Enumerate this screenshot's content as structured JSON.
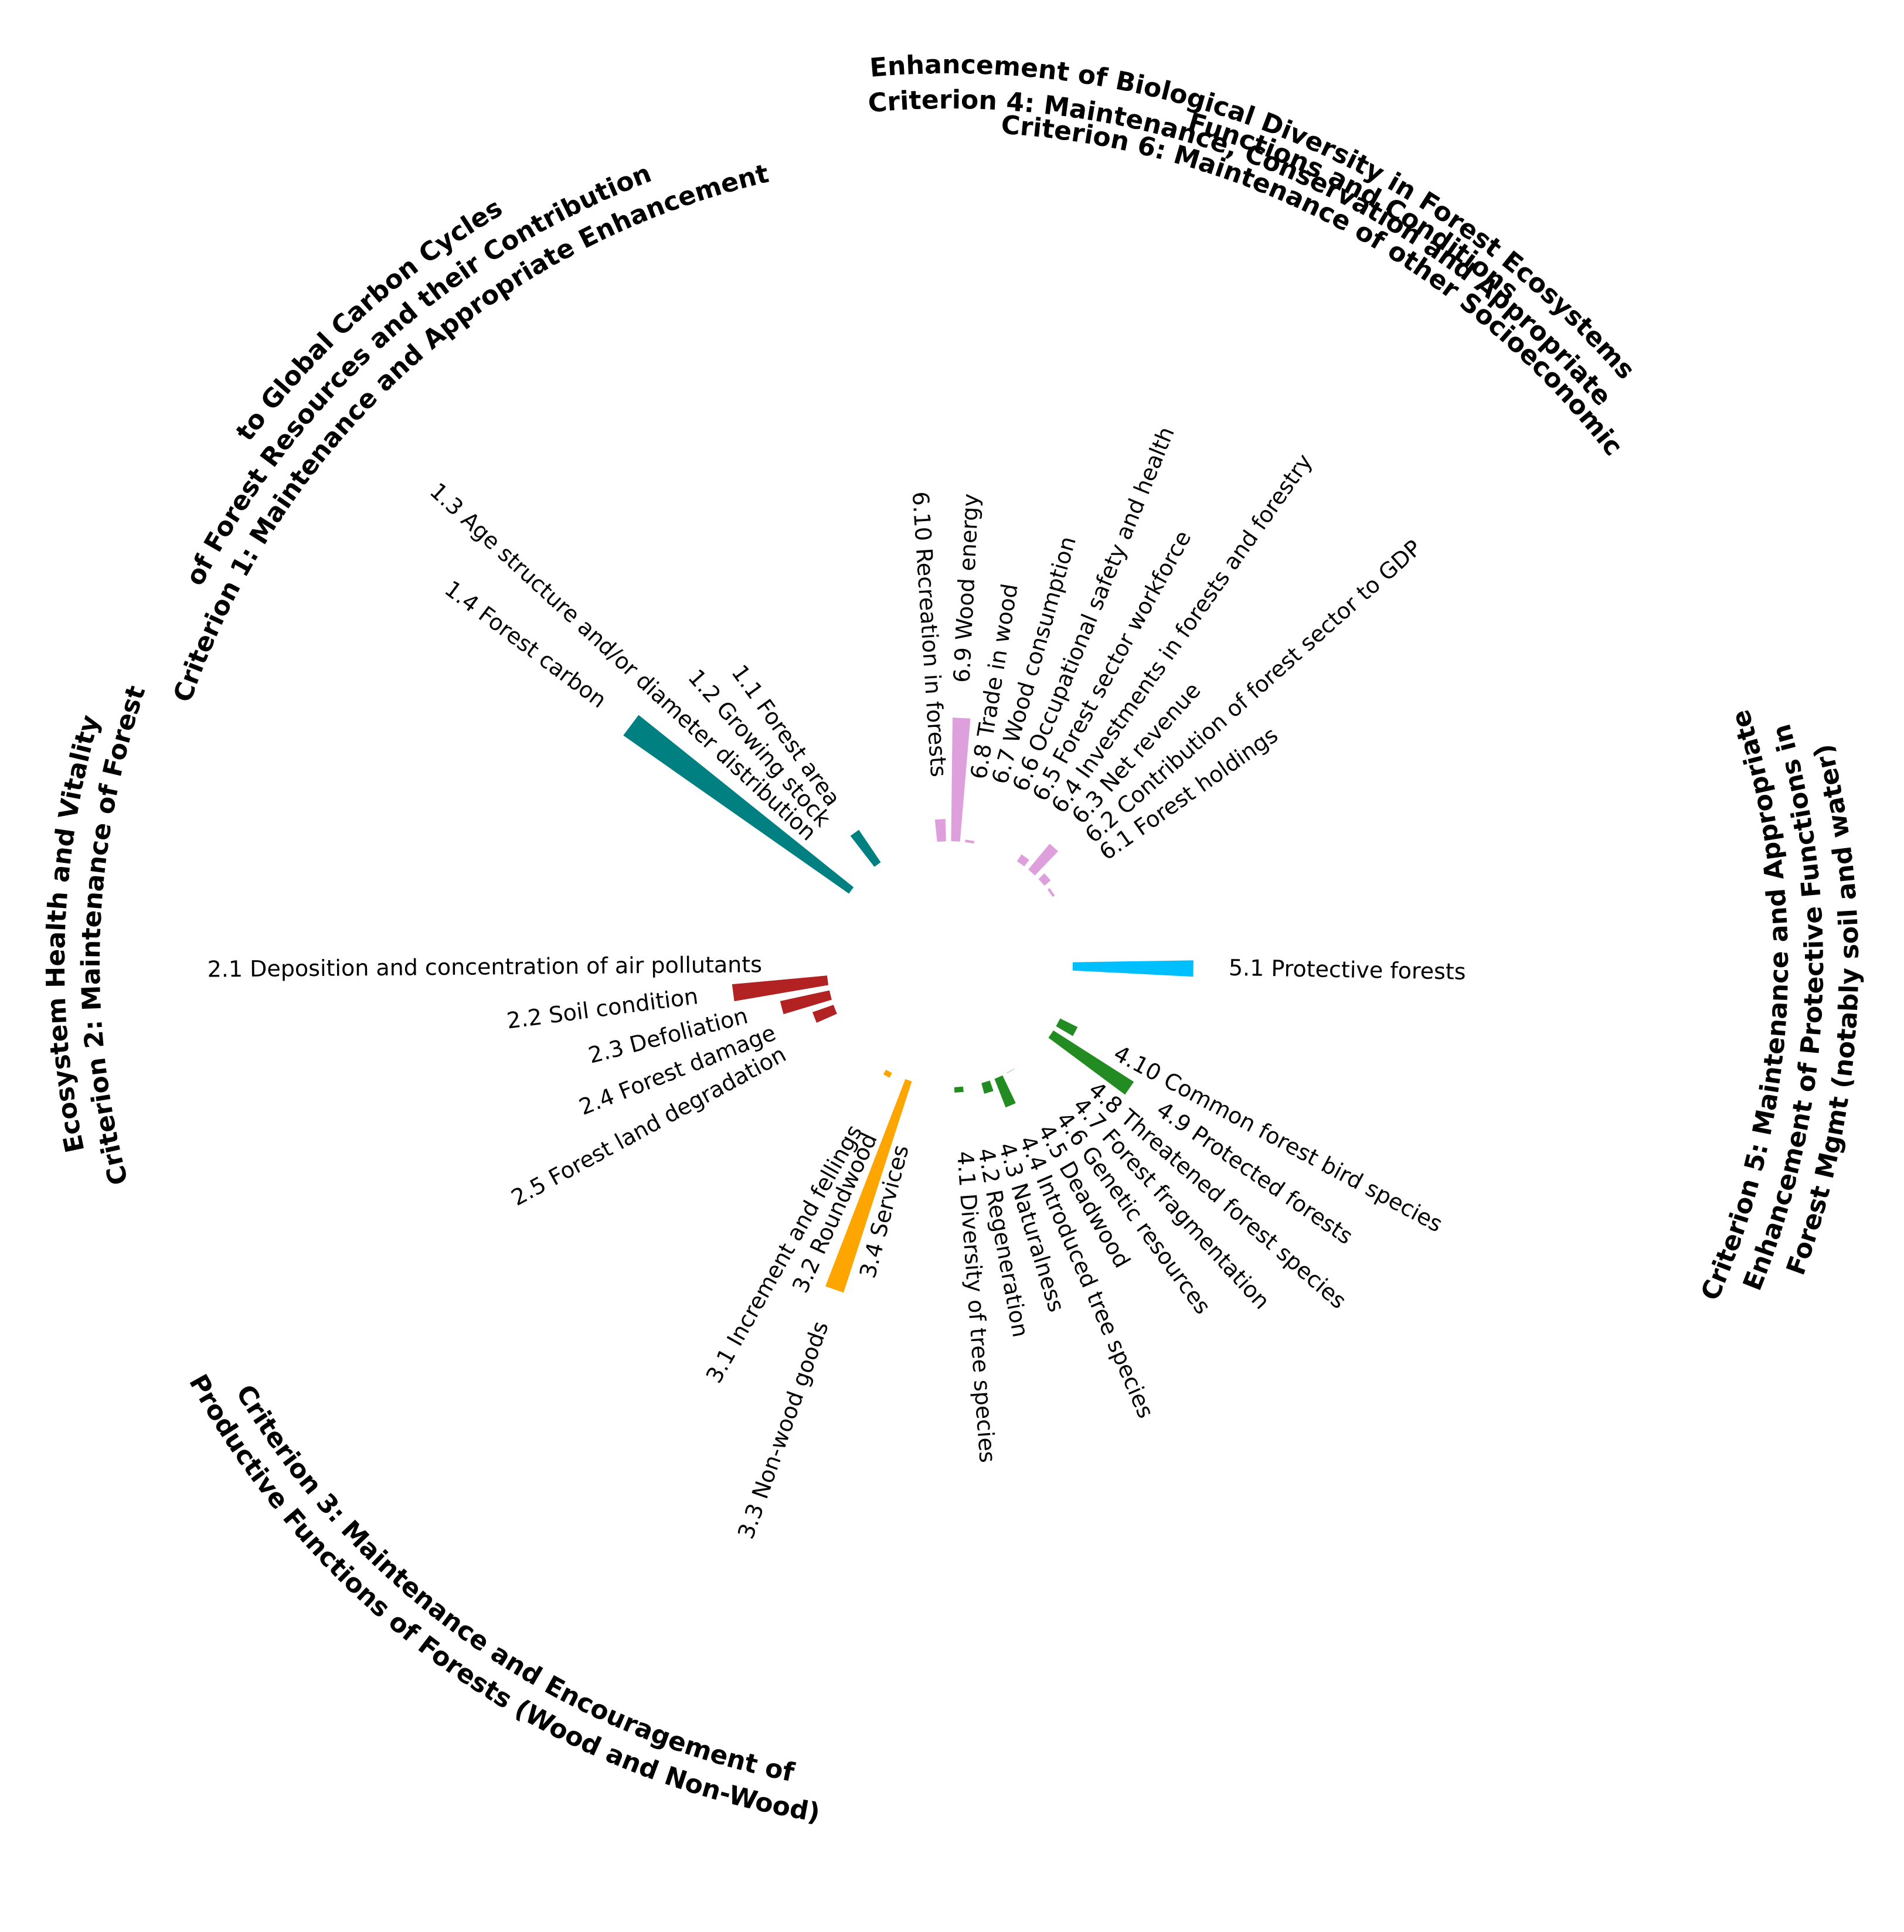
{
  "chart_data": {
    "type": "radial-bar",
    "criteria": [
      {
        "id": "c1",
        "color": "#008080",
        "lines": [
          "Criterion 1: Maintenance and Appropriate Enhancement",
          "of Forest Resources and their Contribution",
          "to Global Carbon Cycles"
        ],
        "indicators": [
          {
            "label": "1.1 Forest area",
            "value": 0.16
          },
          {
            "label": "1.2 Growing stock",
            "value": 0
          },
          {
            "label": "1.3 Age structure and/or diameter distribution",
            "value": 0
          },
          {
            "label": "1.4 Forest carbon",
            "value": 1.0
          }
        ]
      },
      {
        "id": "c2",
        "color": "#b22222",
        "lines": [
          "Criterion 2: Maintenance of Forest",
          "Ecosystem Health and Vitality"
        ],
        "indicators": [
          {
            "label": "2.1 Deposition and concentration of air pollutants",
            "value": 0
          },
          {
            "label": "2.2 Soil condition",
            "value": 0.36
          },
          {
            "label": "2.3 Defoliation",
            "value": 0.2
          },
          {
            "label": "2.4 Forest damage",
            "value": 0.1
          },
          {
            "label": "2.5 Forest land degradation",
            "value": 0
          }
        ]
      },
      {
        "id": "c3",
        "color": "#ffa500",
        "lines": [
          "Criterion 3: Maintenance and Encouragement of",
          "Productive Functions of Forests (Wood and Non-Wood)"
        ],
        "indicators": [
          {
            "label": "3.1 Increment and fellings",
            "value": 0.04
          },
          {
            "label": "3.2 Roundwood",
            "value": 0
          },
          {
            "label": "3.3 Non-wood goods",
            "value": 0.81
          },
          {
            "label": "3.4 Services",
            "value": 0
          }
        ]
      },
      {
        "id": "c4",
        "color": "#228b22",
        "lines": [
          "Criterion 4: Maintenance, Conservation and Appropriate",
          "Enhancement of Biological Diversity in Forest Ecosystems"
        ],
        "indicators": [
          {
            "label": "4.1 Diversity of tree species",
            "value": 0.04
          },
          {
            "label": "4.2 Regeneration",
            "value": 0
          },
          {
            "label": "4.3 Naturalness",
            "value": 0.06
          },
          {
            "label": "4.4 Introduced tree species",
            "value": 0.13
          },
          {
            "label": "4.5 Deadwood",
            "value": 0.02
          },
          {
            "label": "4.6 Genetic resources",
            "value": 0
          },
          {
            "label": "4.7 Forest fragmentation",
            "value": 0
          },
          {
            "label": "4.8 Threatened forest species",
            "value": 0
          },
          {
            "label": "4.9 Protected forests",
            "value": 0.36
          },
          {
            "label": "4.10 Common forest bird species",
            "value": 0.09
          }
        ]
      },
      {
        "id": "c5",
        "color": "#00bfff",
        "lines": [
          "Criterion 5: Maintenance and Appropriate",
          "Enhancement of Protective Functions in",
          "Forest Mgmt (notably soil and water)"
        ],
        "indicators": [
          {
            "label": "5.1 Protective forests",
            "value": 0.45
          }
        ]
      },
      {
        "id": "c6",
        "color": "#dda0dd",
        "lines": [
          "Criterion 6: Maintenance of other Socioeconomic",
          "Functions and Conditions"
        ],
        "indicators": [
          {
            "label": "6.1 Forest holdings",
            "value": 0.03
          },
          {
            "label": "6.2 Contribution of forest sector to GDP",
            "value": 0.05
          },
          {
            "label": "6.3 Net revenue",
            "value": 0.14
          },
          {
            "label": "6.4 Investments in forests and forestry",
            "value": 0.05
          },
          {
            "label": "6.5 Forest sector workforce",
            "value": 0
          },
          {
            "label": "6.6 Occupational safety and health",
            "value": 0
          },
          {
            "label": "6.7 Wood consumption",
            "value": 0
          },
          {
            "label": "6.8 Trade in wood",
            "value": 0.03
          },
          {
            "label": "6.9 Wood energy",
            "value": 0.46
          },
          {
            "label": "6.10 Recreation in forests",
            "value": 0.1
          }
        ]
      }
    ]
  }
}
